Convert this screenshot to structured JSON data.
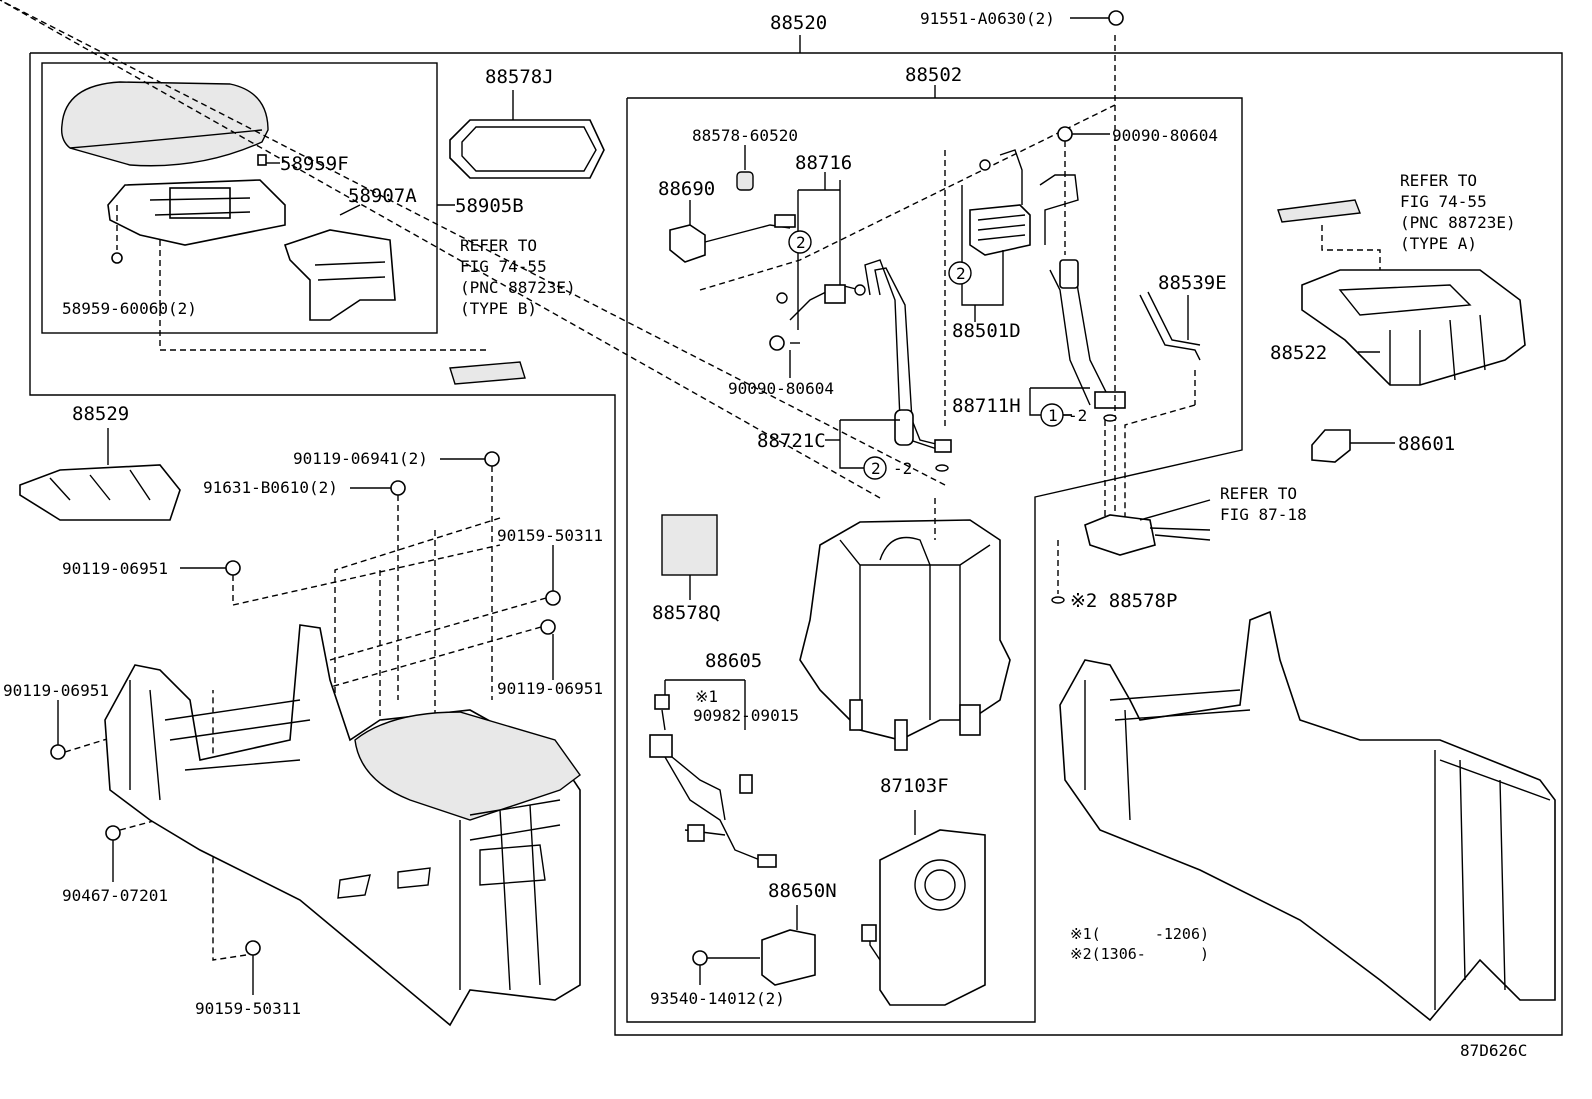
{
  "labels": {
    "p88520": "88520",
    "p91551": "91551-A0630(2)",
    "p88502": "88502",
    "p88578J": "88578J",
    "p58959F": "58959F",
    "p58907A": "58907A",
    "p58905B": "58905B",
    "p58959_60060": "58959-60060(2)",
    "refer_b_1": "REFER TO",
    "refer_b_2": "FIG 74-55",
    "refer_b_3": "(PNC 88723E)",
    "refer_b_4": "(TYPE B)",
    "p88578_60520": "88578-60520",
    "p88716": "88716",
    "p88690": "88690",
    "p90090_80604_a": "90090-80604",
    "p90090_80604_b": "90090-80604",
    "p88501D": "88501D",
    "p88539E": "88539E",
    "p88711H": "88711H",
    "p88721C": "88721C",
    "refer_a_1": "REFER TO",
    "refer_a_2": "FIG 74-55",
    "refer_a_3": "(PNC 88723E)",
    "refer_a_4": "(TYPE A)",
    "p88522": "88522",
    "p88601": "88601",
    "refer_c_1": "REFER TO",
    "refer_c_2": "FIG 87-18",
    "p88578P": "※2 88578P",
    "p88529": "88529",
    "p90119_06941": "90119-06941(2)",
    "p91631_B0610": "91631-B0610(2)",
    "p90159_50311_a": "90159-50311",
    "p90119_06951_a": "90119-06951",
    "p90119_06951_b": "90119-06951",
    "p90119_06951_c": "90119-06951",
    "p90467_07201": "90467-07201",
    "p90159_50311_b": "90159-50311",
    "p88578Q": "88578Q",
    "p88605": "88605",
    "p_note1_mark": "※1",
    "p90982_09015": "90982-09015",
    "p87103F": "87103F",
    "p88650N": "88650N",
    "p93540_14012": "93540-14012(2)",
    "note1": "※1(      -1206)",
    "note2": "※2(1306-      )",
    "fig_code": "87D626C",
    "circle1": "1",
    "circle2": "2",
    "dash2": "-2"
  }
}
